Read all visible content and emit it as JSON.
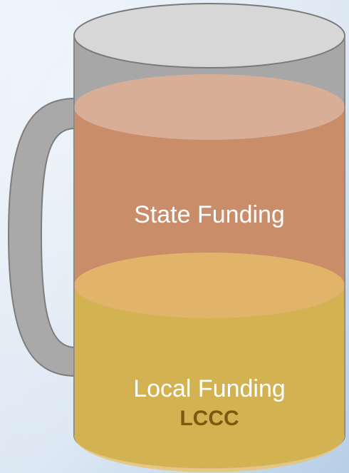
{
  "layers": {
    "upper": {
      "label": "State Funding",
      "color": "#c98d6a"
    },
    "lower": {
      "label": "Local Funding",
      "sublabel": "LCCC",
      "color": "#d2b251"
    }
  },
  "colors": {
    "background_light": "#e7f0f9",
    "background_dark": "#b5cde4",
    "glass": "#a9a9a9",
    "glass_top": "#d7d7d7",
    "outline": "#7d7d7d",
    "upper_surface": "#d8ae97",
    "lower_surface": "#e2b46a",
    "lccc_text": "#7a5a10"
  }
}
